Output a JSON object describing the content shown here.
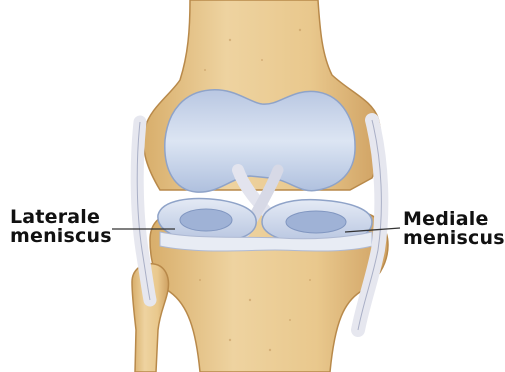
{
  "labels": {
    "lateral_line1": "Laterale",
    "lateral_line2": "meniscus",
    "medial_line1": "Mediale",
    "medial_line2": "meniscus"
  },
  "colors": {
    "bone": "#E8C78E",
    "bone_shadow": "#C99A55",
    "cartilage": "#C6D4EA",
    "cartilage_highlight": "#E9EFF8",
    "ligament": "#E6E7EF",
    "leader_line": "#333333"
  }
}
